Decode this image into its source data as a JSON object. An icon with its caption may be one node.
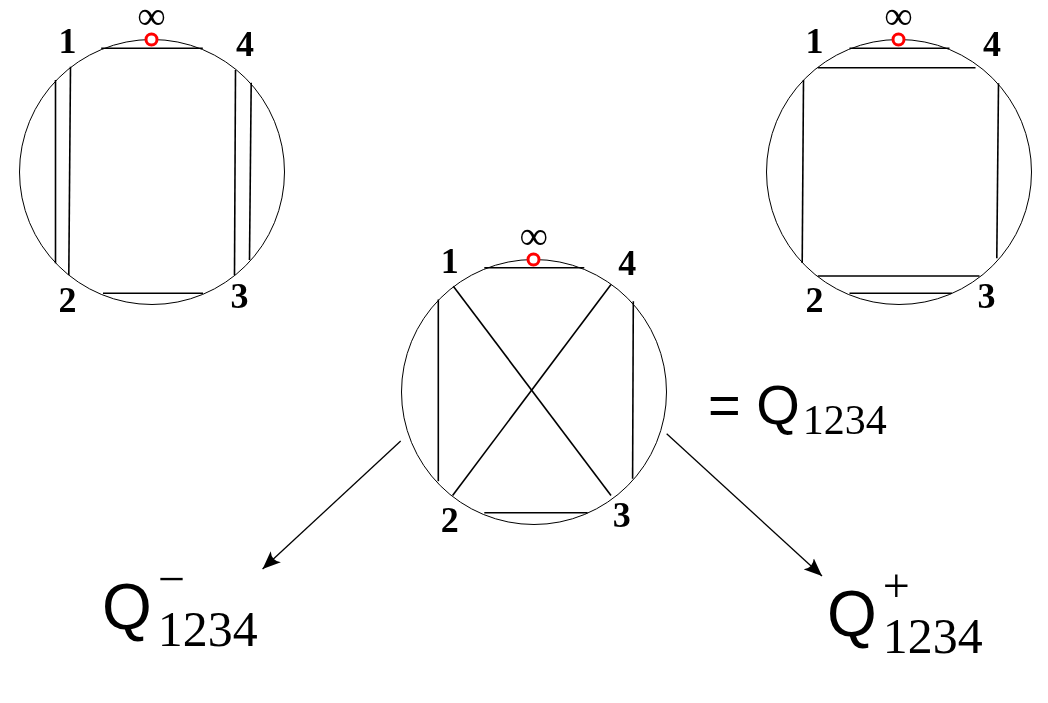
{
  "diagram": {
    "nodes": [
      {
        "text": [
          "∞",
          "1",
          "4",
          "2",
          "3"
        ]
      },
      {
        "text": [
          "∞",
          "1",
          "4",
          "2",
          "3"
        ]
      },
      {
        "text": [
          "∞",
          "1",
          "4",
          "2",
          "3"
        ],
        "beside": [
          "= Q$_{1234}$"
        ]
      },
      {
        "text": [
          "Q$^{−}$$_{1234}$"
        ]
      },
      {
        "text": [
          "Q$^{+}$$_{1234}$"
        ]
      }
    ],
    "edges": [
      {
        "from": 2,
        "to": 3,
        "arrow": "to"
      },
      {
        "from": 2,
        "to": 4,
        "arrow": "to"
      }
    ]
  }
}
